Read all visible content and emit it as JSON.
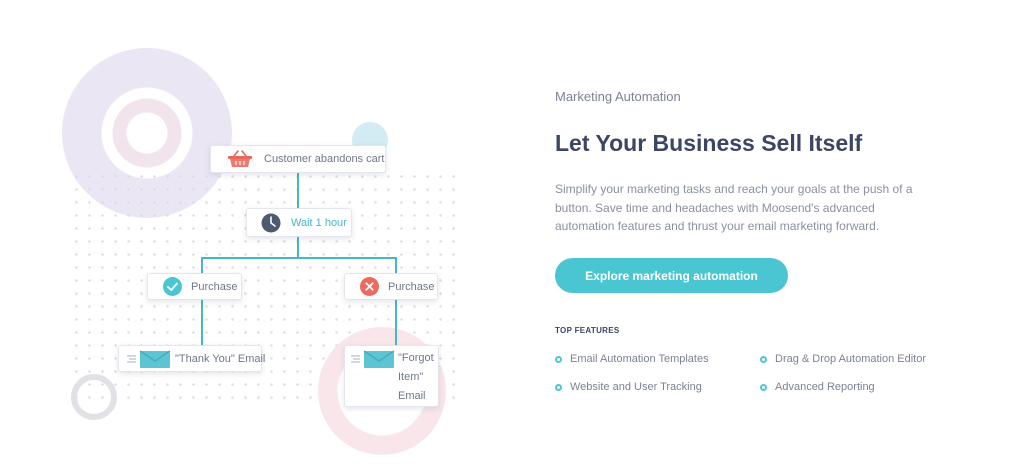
{
  "illustration": {
    "trigger_label": "Customer abandons cart",
    "wait_label": "Wait 1 hour",
    "purchase_yes_label": "Purchase",
    "purchase_no_label": "Purchase",
    "email_thank_you_label": "\"Thank You\" Email",
    "email_forgot_line1": "\"Forgot",
    "email_forgot_line2": "Item\"",
    "email_forgot_line3": "Email",
    "icons": [
      "basket-icon",
      "clock-icon",
      "check-icon",
      "cross-icon",
      "envelope-icon"
    ],
    "accent_color": "#45b7c9"
  },
  "section": {
    "eyebrow": "Marketing Automation",
    "headline": "Let Your Business Sell Itself",
    "description": "Simplify your marketing tasks and reach your goals at the push of a button. Save time and headaches with Moosend's advanced automation features and thrust your email marketing forward.",
    "cta_label": "Explore marketing automation",
    "cta_color": "#4ac6d3",
    "features_title": "TOP FEATURES",
    "features": [
      "Email Automation Templates",
      "Drag & Drop Automation Editor",
      "Website and User Tracking",
      "Advanced Reporting"
    ]
  }
}
